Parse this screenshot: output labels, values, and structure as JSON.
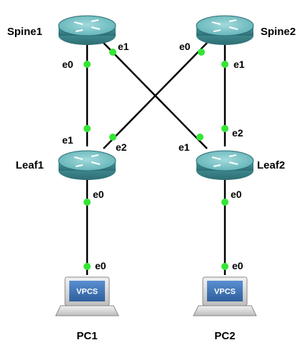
{
  "nodes": {
    "spine1": {
      "label": "Spine1"
    },
    "spine2": {
      "label": "Spine2"
    },
    "leaf1": {
      "label": "Leaf1"
    },
    "leaf2": {
      "label": "Leaf2"
    },
    "pc1": {
      "label": "PC1",
      "screen_text": "VPCS"
    },
    "pc2": {
      "label": "PC2",
      "screen_text": "VPCS"
    }
  },
  "ports": {
    "spine1_e0": "e0",
    "spine1_e1": "e1",
    "spine2_e0": "e0",
    "spine2_e1": "e1",
    "leaf1_e1": "e1",
    "leaf1_e2": "e2",
    "leaf1_e0": "e0",
    "leaf2_e1": "e1",
    "leaf2_e2": "e2",
    "leaf2_e0": "e0",
    "pc1_e0": "e0",
    "pc2_e0": "e0"
  },
  "colors": {
    "router_body": "#3f8f94",
    "router_top": "#7cc8cb",
    "link": "#000000",
    "port_dot": "#33e633",
    "vpcs_screen": "#3a73b8"
  }
}
